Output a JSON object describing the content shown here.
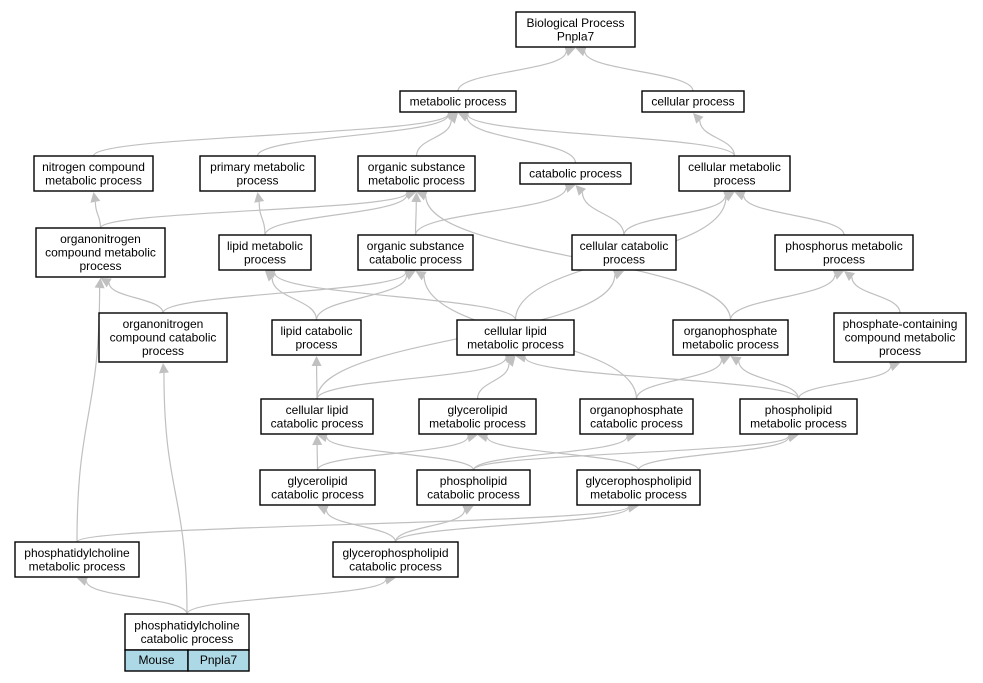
{
  "diagram": {
    "nodes": {
      "root": [
        "Biological Process",
        "Pnpla7"
      ],
      "metabolic": [
        "metabolic process"
      ],
      "cellular": [
        "cellular process"
      ],
      "nitrogen": [
        "nitrogen compound",
        "metabolic process"
      ],
      "primary": [
        "primary metabolic",
        "process"
      ],
      "orgsub": [
        "organic substance",
        "metabolic process"
      ],
      "catabolic": [
        "catabolic process"
      ],
      "cellmet": [
        "cellular metabolic",
        "process"
      ],
      "orgnitro": [
        "organonitrogen",
        "compound metabolic",
        "process"
      ],
      "lipidmet": [
        "lipid metabolic",
        "process"
      ],
      "orgsubcat": [
        "organic substance",
        "catabolic process"
      ],
      "cellcat": [
        "cellular catabolic",
        "process"
      ],
      "phosmet": [
        "phosphorus metabolic",
        "process"
      ],
      "orgnitrocat": [
        "organonitrogen",
        "compound catabolic",
        "process"
      ],
      "lipidcat": [
        "lipid catabolic",
        "process"
      ],
      "cellipidmet": [
        "cellular lipid",
        "metabolic process"
      ],
      "orgphosmet": [
        "organophosphate",
        "metabolic process"
      ],
      "phoscont": [
        "phosphate-containing",
        "compound metabolic",
        "process"
      ],
      "cellipidcat": [
        "cellular lipid",
        "catabolic process"
      ],
      "glycerolipidmet": [
        "glycerolipid",
        "metabolic process"
      ],
      "orgphoscat": [
        "organophosphate",
        "catabolic process"
      ],
      "phospholipidmet": [
        "phospholipid",
        "metabolic process"
      ],
      "glycerolipidcat": [
        "glycerolipid",
        "catabolic process"
      ],
      "phospholipidcat": [
        "phospholipid",
        "catabolic process"
      ],
      "gpmet": [
        "glycerophospholipid",
        "metabolic process"
      ],
      "pcmet": [
        "phosphatidylcholine",
        "metabolic process"
      ],
      "gpcat": [
        "glycerophospholipid",
        "catabolic process"
      ],
      "pccat": [
        "phosphatidylcholine",
        "catabolic process"
      ]
    },
    "annotation": {
      "organism": "Mouse",
      "gene": "Pnpla7"
    },
    "colors": {
      "edge": "#c0c0c0",
      "annotation_fill": "#add8e6",
      "node_border": "#000000"
    }
  }
}
